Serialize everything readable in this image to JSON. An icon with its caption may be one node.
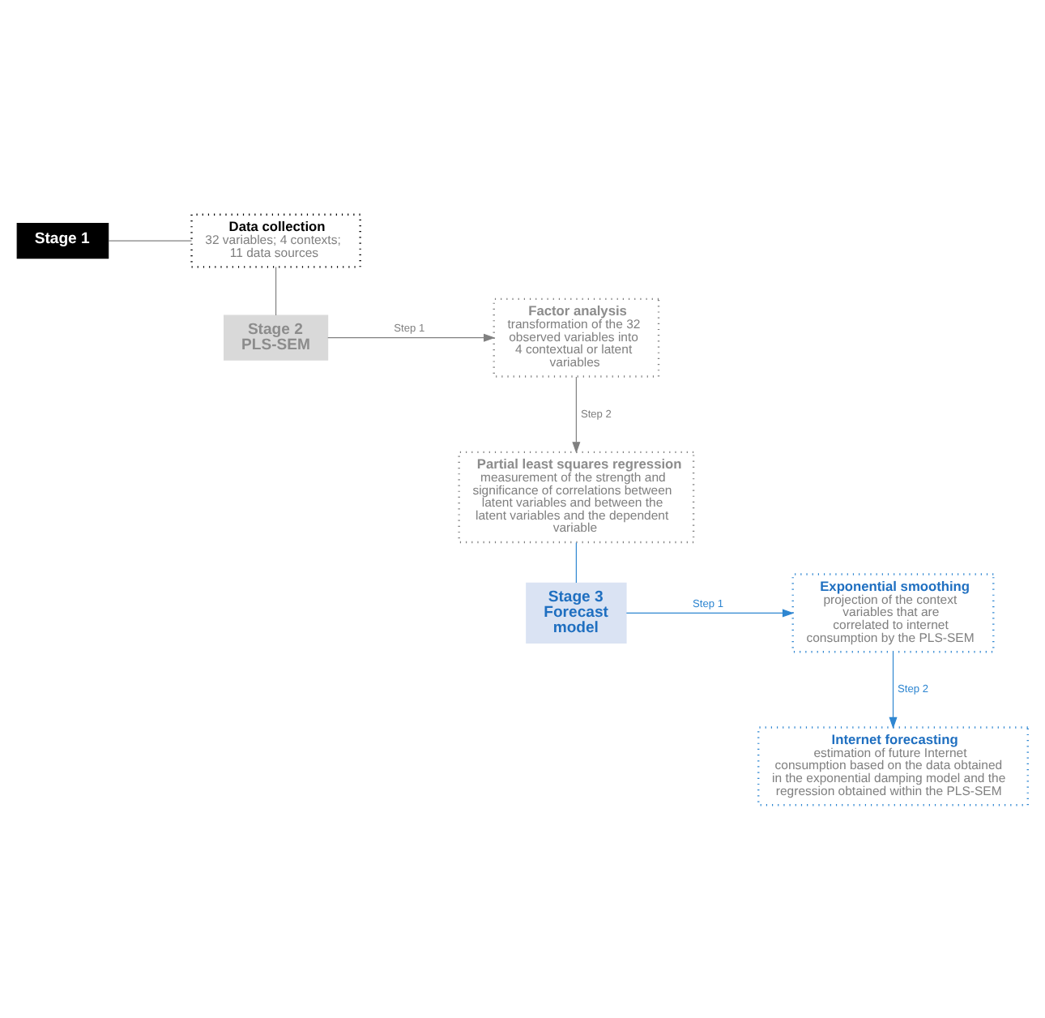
{
  "diagram": {
    "nodes": [
      {
        "text": [
          "Stage 1"
        ]
      },
      {
        "text": [
          "Data collection",
          "32 variables; 4 contexts; 11 data sources"
        ]
      },
      {
        "text": [
          "Stage 2 PLS-SEM"
        ]
      },
      {
        "text": [
          "Factor analysis",
          "transformation of the 32 observed variables into 4 contextual or latent variables"
        ]
      },
      {
        "text": [
          "Partial least squares regression",
          "measurement of the strength and significance of correlations between latent variables and between the latent variables and the dependent variable"
        ]
      },
      {
        "text": [
          "Stage 3 Forecast model"
        ]
      },
      {
        "text": [
          "Exponential smoothing",
          "projection of the context variables that are correlated to internet consumption by the PLS-SEM"
        ]
      },
      {
        "text": [
          "Internet forecasting",
          "estimation of future Internet consumption based on the data obtained in the exponential damping model and the regression obtained within the PLS-SEM"
        ]
      }
    ],
    "edges": [
      {
        "from": 0,
        "to": 1,
        "arrow": "none"
      },
      {
        "from": 1,
        "to": 2,
        "arrow": "none"
      },
      {
        "from": 2,
        "to": 3,
        "arrow": "to",
        "label": "Step 1"
      },
      {
        "from": 3,
        "to": 4,
        "arrow": "to",
        "label": "Step 2"
      },
      {
        "from": 4,
        "to": 5,
        "arrow": "none",
        "color": "#2e86d1"
      },
      {
        "from": 5,
        "to": 6,
        "arrow": "to",
        "label": "Step 1",
        "color": "#2e86d1"
      },
      {
        "from": 6,
        "to": 7,
        "arrow": "to",
        "label": "Step 2",
        "color": "#2e86d1"
      }
    ]
  }
}
